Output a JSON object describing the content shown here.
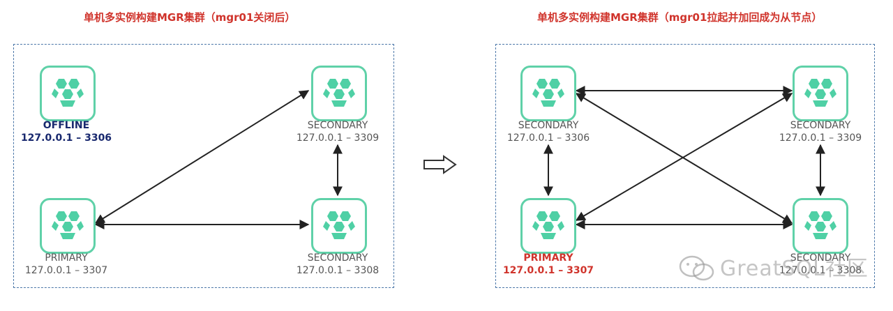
{
  "left": {
    "title": "单机多实例构建MGR集群（mgr01关闭后）",
    "nodes": [
      {
        "role": "OFFLINE",
        "address": "127.0.0.1 – 3306"
      },
      {
        "role": "SECONDARY",
        "address": "127.0.0.1 – 3309"
      },
      {
        "role": "PRIMARY",
        "address": "127.0.0.1 – 3307"
      },
      {
        "role": "SECONDARY",
        "address": "127.0.0.1 – 3308"
      }
    ]
  },
  "arrow_symbol": "⇨",
  "right": {
    "title": "单机多实例构建MGR集群（mgr01拉起并加回成为从节点）",
    "nodes": [
      {
        "role": "SECONDARY",
        "address": "127.0.0.1 – 3306"
      },
      {
        "role": "SECONDARY",
        "address": "127.0.0.1 – 3309"
      },
      {
        "role": "PRIMARY",
        "address": "127.0.0.1 – 3307"
      },
      {
        "role": "SECONDARY",
        "address": "127.0.0.1 – 3308"
      }
    ]
  },
  "watermark": "GreatSQL社区",
  "colors": {
    "title": "#d0342c",
    "node_border": "#5fd1a8",
    "node_icon": "#4fd0a5",
    "panel_border": "#4a76a8",
    "offline_label": "#18286e",
    "primary_label_right": "#d0342c"
  }
}
